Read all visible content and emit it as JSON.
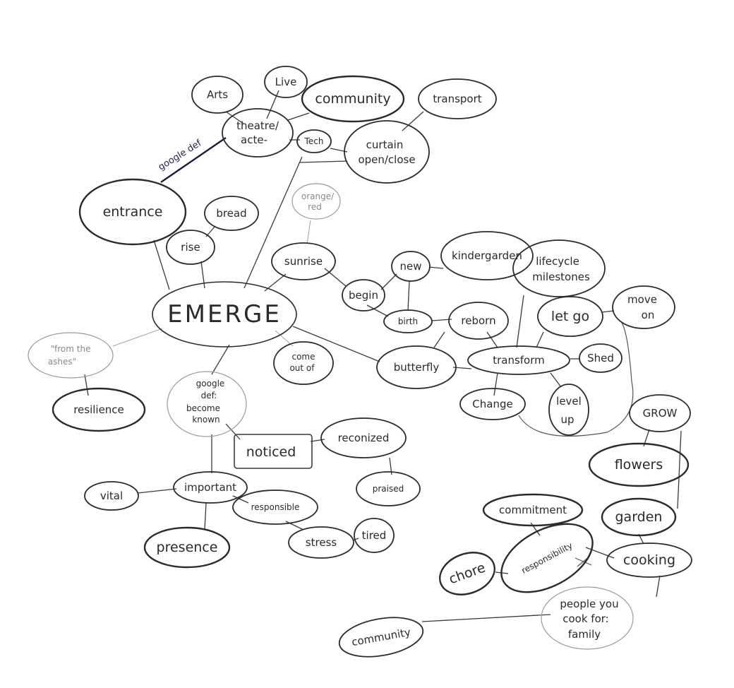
{
  "mind_map": {
    "central": "EMERGE",
    "nodes": {
      "arts": "Arts",
      "live": "Live",
      "theatre": [
        "theatre/",
        "acte-"
      ],
      "community_top": "community",
      "transport": "transport",
      "tech": "Tech",
      "curtain": [
        "curtain",
        "open/close"
      ],
      "entrance": "entrance",
      "rise": "rise",
      "bread": "bread",
      "orange": [
        "orange/",
        "red"
      ],
      "sunrise": "sunrise",
      "new": "new",
      "kindergarden": "kindergarden",
      "lifecycle": [
        "lifecycle",
        "milestones"
      ],
      "begin": "begin",
      "birth": "birth",
      "reborn": "reborn",
      "let_go": "let go",
      "move_on": [
        "move",
        "on"
      ],
      "from_ashes": [
        "\"from the",
        "ashes\""
      ],
      "resilience": "resilience",
      "come_out": [
        "come",
        "out of"
      ],
      "butterfly": "butterfly",
      "transform": "transform",
      "shed": "Shed",
      "google_def": [
        "google",
        "def:",
        "become",
        "known"
      ],
      "change": "Change",
      "level_up": [
        "level",
        "up"
      ],
      "grow": "GROW",
      "flowers": "flowers",
      "noticed": "noticed",
      "recognized": "reconized",
      "praised": "praised",
      "vital": "vital",
      "important": "important",
      "responsible": "responsible",
      "presence": "presence",
      "stress": "stress",
      "tired": "tired",
      "commitment": "commitment",
      "garden": "garden",
      "responsibility": "responsibility",
      "chore": "chore",
      "cooking": "cooking",
      "people": [
        "people you",
        "cook for:",
        "family"
      ],
      "community_bottom": "community"
    },
    "edge_labels": {
      "google_def": "google def"
    }
  }
}
